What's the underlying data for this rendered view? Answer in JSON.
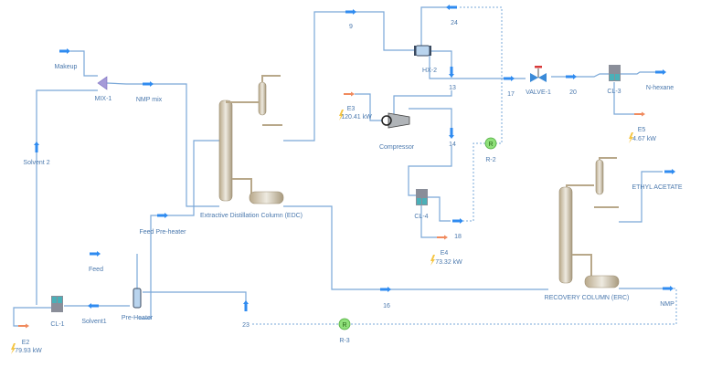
{
  "colors": {
    "stream_line": "#7aa8d8",
    "stream_arrow": "#2f8bf0",
    "energy_arrow": "#f08a5d",
    "label": "#4a78ad",
    "recycle_block": "#8fe07a"
  },
  "units": {
    "mix1": "MIX-1",
    "edc": "Extractive Distillation Column (EDC)",
    "hx2": "HX-2",
    "compressor": "Compressor",
    "valve1": "VALVE-1",
    "cl3": "CL-3",
    "cl4": "CL-4",
    "erc": "RECOVERY COLUMN (ERC)",
    "preheater": "Pre-Heater",
    "cl1": "CL-1",
    "r2": "R-2",
    "r3": "R-3",
    "r_glyph": "R"
  },
  "streams": {
    "makeup": "Makeup",
    "nmp_mix": "NMP mix",
    "solvent2": "Solvent 2",
    "s9": "9",
    "s24": "24",
    "s13": "13",
    "s17": "17",
    "s20": "20",
    "nhexane": "N-hexane",
    "s14": "14",
    "s18": "18",
    "feed_preheater": "Feed Pre-heater",
    "feed": "Feed",
    "solvent1": "Solvent1",
    "s16": "16",
    "s23": "23",
    "ethyl_acetate": "ETHYL ACETATE",
    "nmp": "NMP"
  },
  "energy": {
    "e2": {
      "name": "E2",
      "value": "79.93 kW"
    },
    "e3": {
      "name": "E3",
      "value": "120.41 kW"
    },
    "e4": {
      "name": "E4",
      "value": "73.32 kW"
    },
    "e5": {
      "name": "E5",
      "value": "4.67 kW"
    }
  }
}
